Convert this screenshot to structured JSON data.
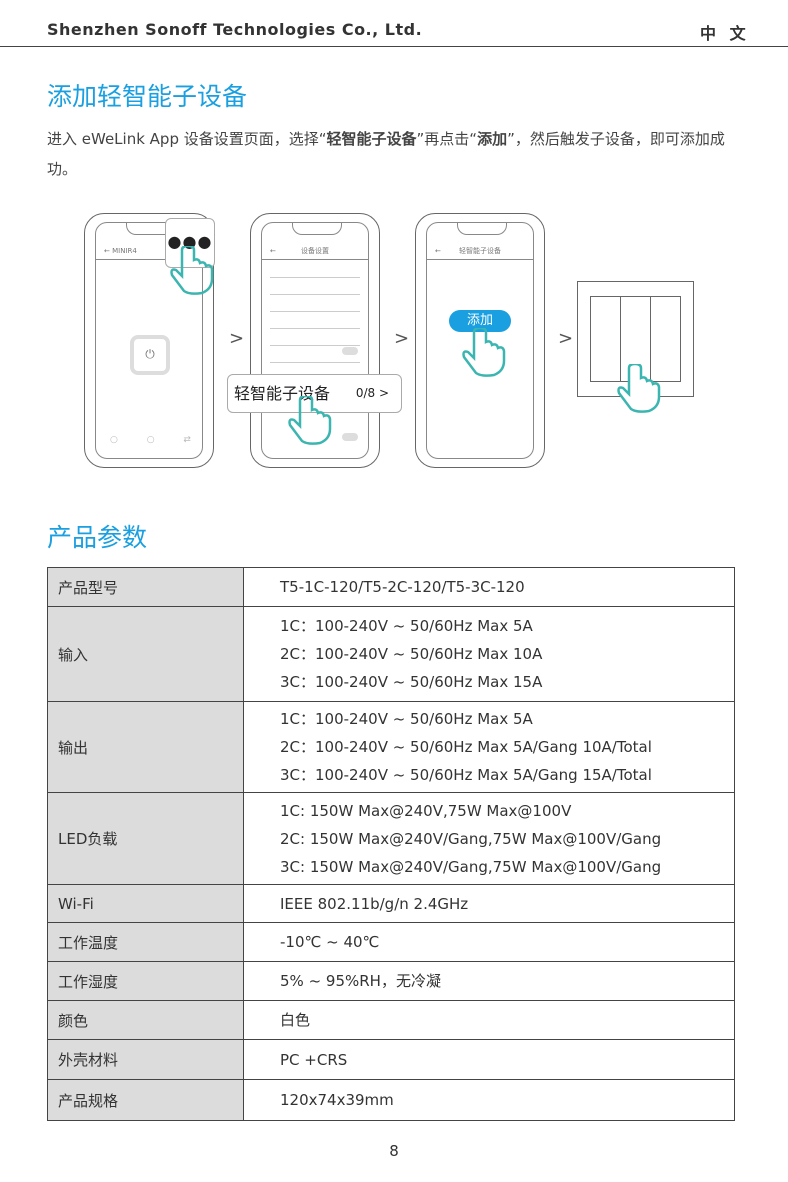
{
  "header": {
    "company": "Shenzhen Sonoff Technologies Co., Ltd.",
    "language": "中 文"
  },
  "section1": {
    "title": "添加轻智能子设备",
    "intro_parts": [
      "进入 eWeLink App 设备设置页面，选择“",
      "轻智能子设备",
      "”再点击“",
      "添加",
      "”，然后触发子设备，即可添加成功。"
    ],
    "phone1": {
      "device_name": "MINIR4",
      "more_icon": "more-dots-icon"
    },
    "phone2": {
      "title": "设备设置",
      "popup_label": "轻智能子设备",
      "popup_count": "0/8 >"
    },
    "phone3": {
      "title": "轻智能子设备",
      "add_button": "添加"
    },
    "arrow": ">",
    "colors": {
      "accent": "#1a9fe0",
      "hand": "#3bb5b0"
    }
  },
  "section2": {
    "title": "产品参数",
    "rows": [
      {
        "key": "产品型号",
        "values": [
          "T5-1C-120/T5-2C-120/T5-3C-120"
        ]
      },
      {
        "key": "输入",
        "values": [
          "1C：100-240V ~ 50/60Hz  Max 5A",
          "2C：100-240V ~ 50/60Hz  Max 10A",
          "3C：100-240V ~ 50/60Hz  Max 15A"
        ]
      },
      {
        "key": "输出",
        "values": [
          "1C：100-240V ~ 50/60Hz  Max 5A",
          "2C：100-240V ~ 50/60Hz  Max 5A/Gang 10A/Total",
          "3C：100-240V ~ 50/60Hz  Max 5A/Gang 15A/Total"
        ]
      },
      {
        "key": "LED负载",
        "values": [
          "1C:  150W Max@240V,75W Max@100V",
          "2C:  150W Max@240V/Gang,75W Max@100V/Gang",
          "3C:  150W Max@240V/Gang,75W Max@100V/Gang"
        ]
      },
      {
        "key": "Wi-Fi",
        "values": [
          "IEEE 802.11b/g/n 2.4GHz"
        ]
      },
      {
        "key": "工作温度",
        "values": [
          "-10℃ ~ 40℃"
        ]
      },
      {
        "key": "工作湿度",
        "values": [
          "5% ~ 95%RH，无冷凝"
        ]
      },
      {
        "key": "颜色",
        "values": [
          "白色"
        ]
      },
      {
        "key": "外壳材料",
        "values": [
          "PC +CRS"
        ]
      },
      {
        "key": "产品规格",
        "values": [
          "120x74x39mm"
        ]
      }
    ]
  },
  "page_number": "8"
}
